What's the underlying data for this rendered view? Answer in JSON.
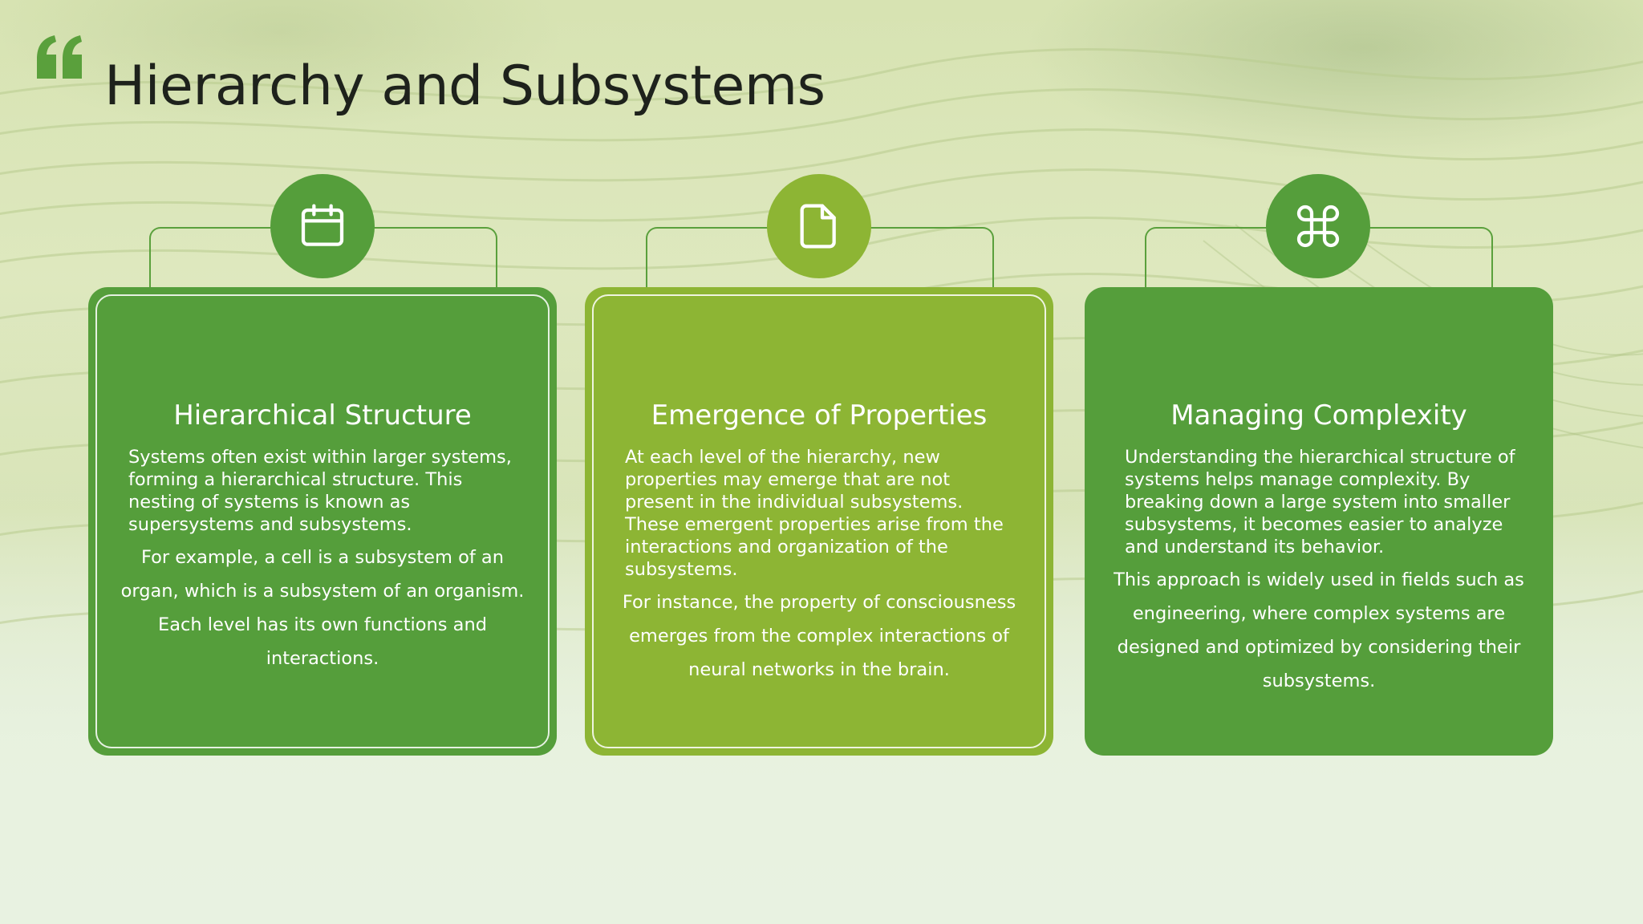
{
  "slide": {
    "title": "Hierarchy and Subsystems"
  },
  "colors": {
    "dark_green": "#559e3b",
    "light_green": "#8db534",
    "title_text": "#1e221c"
  },
  "cards": [
    {
      "icon": "calendar-icon",
      "title": "Hierarchical Structure",
      "paragraph1": "Systems often exist within larger systems, forming a hierarchical structure. This nesting of systems is known as supersystems and subsystems.",
      "paragraph2": "For example, a cell is a subsystem of an organ, which is a subsystem of an organism. Each level has its own functions and interactions."
    },
    {
      "icon": "document-icon",
      "title": "Emergence of Properties",
      "paragraph1": "At each level of the hierarchy, new properties may emerge that are not present in the individual subsystems. These emergent properties arise from the interactions and organization of the subsystems.",
      "paragraph2": "For instance, the property of consciousness emerges from the complex interactions of neural networks in the brain."
    },
    {
      "icon": "command-icon",
      "title": "Managing Complexity",
      "paragraph1": "Understanding the hierarchical structure of systems helps manage complexity. By breaking down a large system into smaller subsystems, it becomes easier to analyze and understand its behavior.",
      "paragraph2": "This approach is widely used in fields such as engineering, where complex systems are designed and optimized by considering their subsystems."
    }
  ]
}
